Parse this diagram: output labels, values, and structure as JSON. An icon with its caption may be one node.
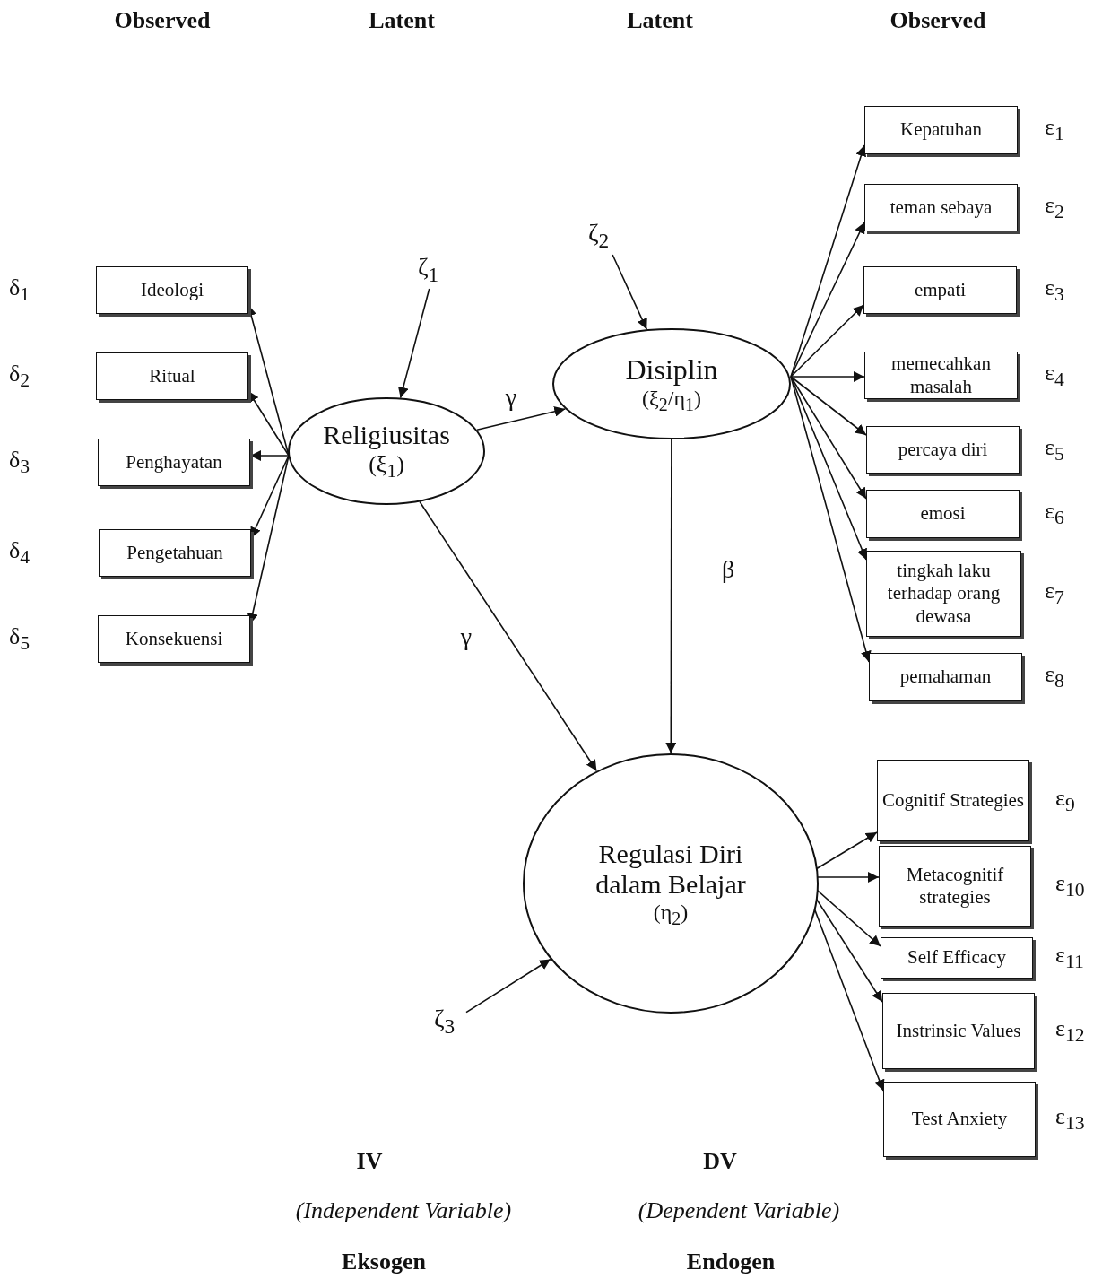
{
  "diagram": {
    "nodes": [
      {
        "text": [
          "Religiusitas",
          "(ξ$_{1}$)"
        ]
      },
      {
        "text": [
          "Disiplin",
          "(ξ$_{2}$/η$_{1}$)"
        ]
      },
      {
        "text": [
          "Regulasi Diri dalam Belajar",
          "(η$_{2}$)"
        ]
      },
      {
        "text": [
          "Ideologi"
        ],
        "beside": [
          "δ$_{1}$"
        ]
      },
      {
        "text": [
          "Ritual"
        ],
        "beside": [
          "δ$_{2}$"
        ]
      },
      {
        "text": [
          "Penghayatan"
        ],
        "beside": [
          "δ$_{3}$"
        ]
      },
      {
        "text": [
          "Pengetahuan"
        ],
        "beside": [
          "δ$_{4}$"
        ]
      },
      {
        "text": [
          "Konsekuensi"
        ],
        "beside": [
          "δ$_{5}$"
        ]
      },
      {
        "text": [
          "Kepatuhan"
        ],
        "beside": [
          "ε$_{1}$"
        ]
      },
      {
        "text": [
          "teman sebaya"
        ],
        "beside": [
          "ε$_{2}$"
        ]
      },
      {
        "text": [
          "empati"
        ],
        "beside": [
          "ε$_{3}$"
        ]
      },
      {
        "text": [
          "memecahkan masalah"
        ],
        "beside": [
          "ε$_{4}$"
        ]
      },
      {
        "text": [
          "percaya diri"
        ],
        "beside": [
          "ε$_{5}$"
        ]
      },
      {
        "text": [
          "emosi"
        ],
        "beside": [
          "ε$_{6}$"
        ]
      },
      {
        "text": [
          "tingkah laku terhadap orang dewasa"
        ],
        "beside": [
          "ε$_{7}$"
        ]
      },
      {
        "text": [
          "pemahaman"
        ],
        "beside": [
          "ε$_{8}$"
        ]
      },
      {
        "text": [
          "Cognitif Strategies"
        ],
        "beside": [
          "ε$_{9}$"
        ]
      },
      {
        "text": [
          "Metacognitif strategies"
        ],
        "beside": [
          "ε$_{10}$"
        ]
      },
      {
        "text": [
          "Self Efficacy"
        ],
        "beside": [
          "ε$_{11}$"
        ]
      },
      {
        "text": [
          "Instrinsic Values"
        ],
        "beside": [
          "ε$_{12}$"
        ]
      },
      {
        "text": [
          "Test Anxiety"
        ],
        "beside": [
          "ε$_{13}$"
        ]
      },
      {
        "text": [
          "ζ$_{1}$"
        ]
      },
      {
        "text": [
          "ζ$_{2}$"
        ]
      },
      {
        "text": [
          "ζ$_{3}$"
        ]
      }
    ],
    "edges": [
      {
        "from": 0,
        "to": 1,
        "arrow": "to",
        "label": "γ"
      },
      {
        "from": 0,
        "to": 2,
        "arrow": "to",
        "label": "γ"
      },
      {
        "from": 1,
        "to": 2,
        "arrow": "to",
        "label": "β"
      },
      {
        "from": 21,
        "to": 0,
        "arrow": "to"
      },
      {
        "from": 22,
        "to": 1,
        "arrow": "to"
      },
      {
        "from": 23,
        "to": 2,
        "arrow": "to"
      },
      {
        "from": 0,
        "to": 3,
        "arrow": "to"
      },
      {
        "from": 0,
        "to": 4,
        "arrow": "to"
      },
      {
        "from": 0,
        "to": 5,
        "arrow": "to"
      },
      {
        "from": 0,
        "to": 6,
        "arrow": "to"
      },
      {
        "from": 0,
        "to": 7,
        "arrow": "to"
      },
      {
        "from": 1,
        "to": 8,
        "arrow": "to"
      },
      {
        "from": 1,
        "to": 9,
        "arrow": "to"
      },
      {
        "from": 1,
        "to": 10,
        "arrow": "to"
      },
      {
        "from": 1,
        "to": 11,
        "arrow": "to"
      },
      {
        "from": 1,
        "to": 12,
        "arrow": "to"
      },
      {
        "from": 1,
        "to": 13,
        "arrow": "to"
      },
      {
        "from": 1,
        "to": 14,
        "arrow": "to"
      },
      {
        "from": 1,
        "to": 15,
        "arrow": "to"
      },
      {
        "from": 2,
        "to": 16,
        "arrow": "to"
      },
      {
        "from": 2,
        "to": 17,
        "arrow": "to"
      },
      {
        "from": 2,
        "to": 18,
        "arrow": "to"
      },
      {
        "from": 2,
        "to": 19,
        "arrow": "to"
      },
      {
        "from": 2,
        "to": 20,
        "arrow": "to"
      }
    ],
    "labels": [
      "Observed",
      "Latent",
      "Latent",
      "Observed",
      "IV",
      "(Independent Variable)",
      "DV",
      "(Dependent Variable)",
      "Eksogen",
      "Endogen"
    ]
  }
}
